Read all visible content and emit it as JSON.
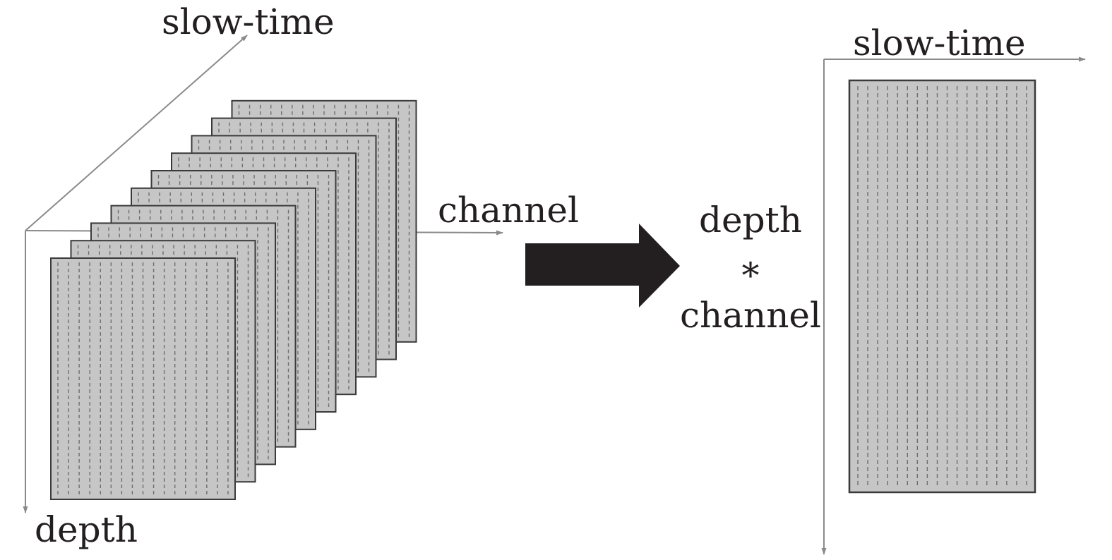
{
  "input_volume": {
    "axis_slow_time": "slow-time",
    "axis_channel": "channel",
    "axis_depth": "depth",
    "frame_count": 10
  },
  "output_matrix": {
    "axis_slow_time": "slow-time",
    "axis_combined": {
      "line1": "depth",
      "line2": "*",
      "line3": "channel"
    }
  },
  "colors": {
    "frame_fill": "#c6c6c6",
    "frame_stroke": "#3a3a3a",
    "dash": "#6e6e6e",
    "axis": "#8a8a8a",
    "arrow": "#231f20",
    "text": "#231f20"
  },
  "icons": {
    "transform_arrow": "right-arrow-icon"
  }
}
